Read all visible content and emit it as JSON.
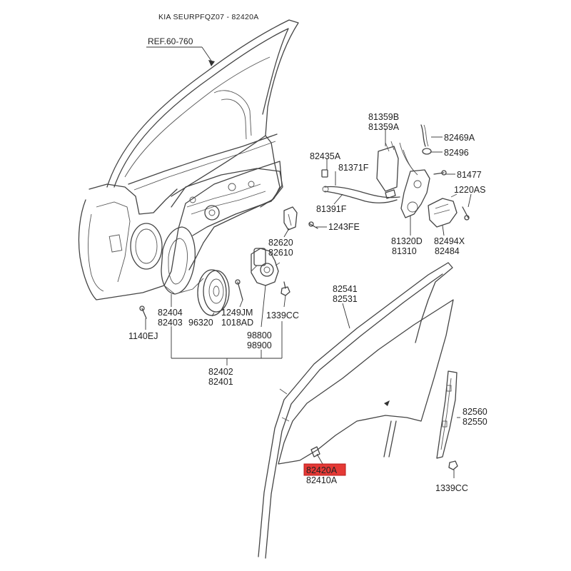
{
  "header": {
    "title": "KIA SEURPFQZ07 - 82420A"
  },
  "reference": {
    "label": "REF.60-760"
  },
  "highlight": {
    "color": "#e53935",
    "part_number": "82420A"
  },
  "labels": {
    "p81359B": "81359B",
    "p81359A": "81359A",
    "p82469A": "82469A",
    "p82496": "82496",
    "p82435A": "82435A",
    "p81371F": "81371F",
    "p81477": "81477",
    "p1220AS": "1220AS",
    "p81391F": "81391F",
    "p1243FE": "1243FE",
    "p81320D": "81320D",
    "p81310": "81310",
    "p82494X": "82494X",
    "p82484": "82484",
    "p82620": "82620",
    "p82610": "82610",
    "p82541": "82541",
    "p82531": "82531",
    "p82404": "82404",
    "p82403": "82403",
    "p96320": "96320",
    "p1249JM": "1249JM",
    "p1018AD": "1018AD",
    "p1339CC_a": "1339CC",
    "p1140EJ": "1140EJ",
    "p98800": "98800",
    "p98900": "98900",
    "p82402": "82402",
    "p82401": "82401",
    "p82560": "82560",
    "p82550": "82550",
    "p82420A": "82420A",
    "p82410A": "82410A",
    "p1339CC_b": "1339CC"
  }
}
